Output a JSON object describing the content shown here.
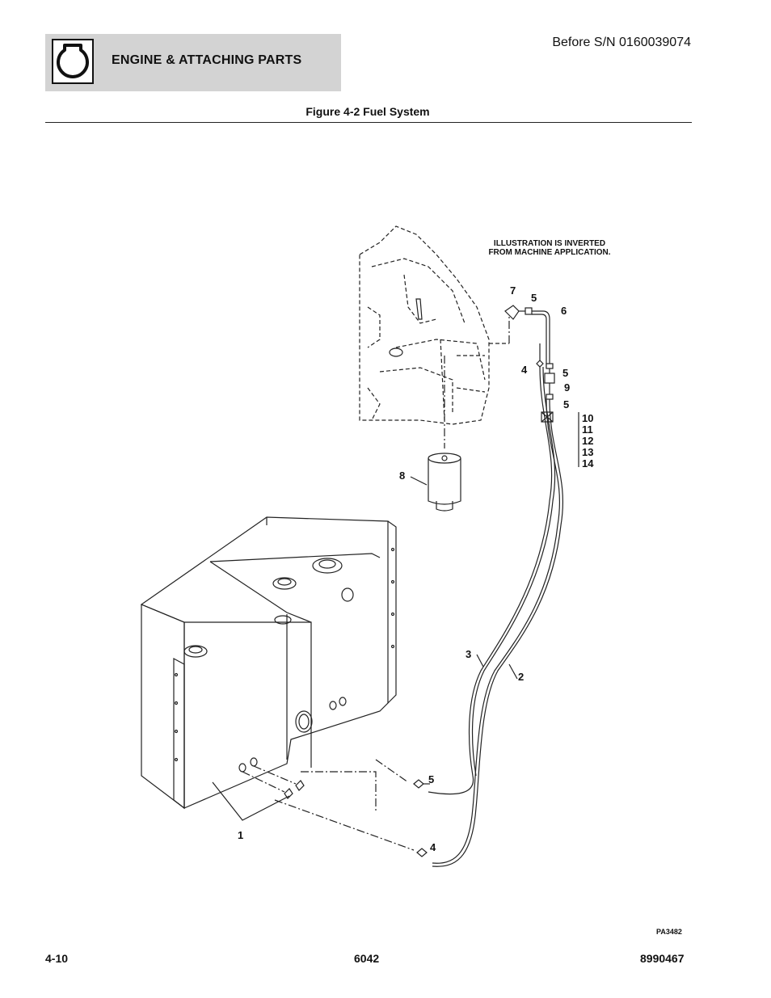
{
  "header": {
    "icon": "engine-icon",
    "section_title": "ENGINE & ATTACHING PARTS",
    "serial_note": "Before S/N 0160039074"
  },
  "figure": {
    "title": "Figure 4-2 Fuel System",
    "note_line1": "ILLUSTRATION IS INVERTED",
    "note_line2": "FROM MACHINE APPLICATION.",
    "image_code": "PA3482",
    "callouts": {
      "c7": "7",
      "c5a": "5",
      "c6": "6",
      "c4a": "4",
      "c5b": "5",
      "c9": "9",
      "c5c": "5",
      "c10": "10",
      "c11": "11",
      "c12": "12",
      "c13": "13",
      "c14": "14",
      "c8": "8",
      "c3": "3",
      "c2": "2",
      "c5d": "5",
      "c4b": "4",
      "c1": "1"
    }
  },
  "footer": {
    "page_number": "4-10",
    "model": "6042",
    "doc_number": "8990467"
  }
}
